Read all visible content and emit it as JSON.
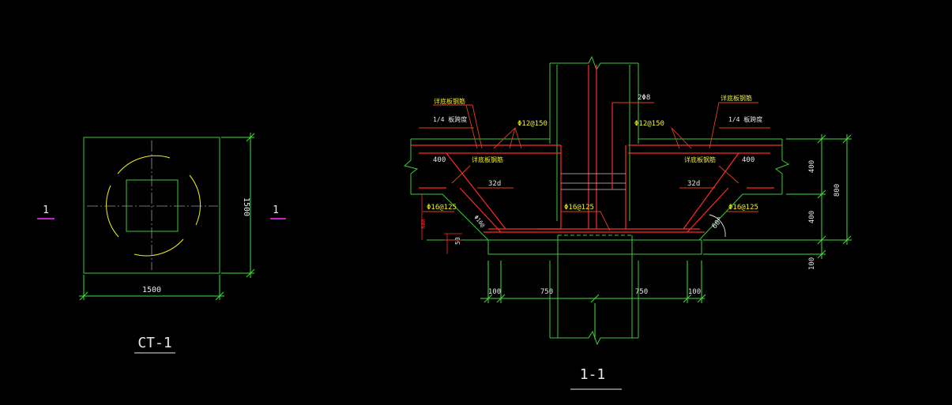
{
  "colors": {
    "background": "#000000",
    "outline": "#3cc83c",
    "dimension": "#40e040",
    "rebar": "#ff2a2a",
    "text": "#e8e8e8",
    "annotation": "#f0f020",
    "section_mark": "#ff30ff",
    "centerline": "#9a9a9a",
    "callout": "#e04020"
  },
  "plan": {
    "title": "CT-1",
    "dim_width": "1500",
    "dim_height": "1500",
    "section_mark_left": "1",
    "section_mark_right": "1"
  },
  "section": {
    "title": "1-1",
    "labels": {
      "bottom_bar_top_left": "详底板钢筋",
      "bottom_bar_top_right": "详底板钢筋",
      "quarter_span_left": "1/4 板跨度",
      "quarter_span_right": "1/4 板跨度",
      "top_bar_left": "Φ12@150",
      "top_bar_right": "Φ12@150",
      "column_bar": "2Φ8",
      "dim_400_left": "400",
      "dim_400_right": "400",
      "bottom_bar_mid_left": "详底板钢筋",
      "bottom_bar_mid_right": "详底板钢筋",
      "anchor_left": "32d",
      "anchor_right": "32d",
      "stirrup_left": "Φ16@125",
      "stirrup_mid": "Φ16@125",
      "stirrup_right": "Φ16@125",
      "slope_bar": "Φ16@",
      "cover_50": "50",
      "angle": "60°",
      "left_height": "800"
    },
    "dims_bottom": [
      "100",
      "750",
      "750",
      "100"
    ],
    "dims_right": [
      "400",
      "400",
      "100"
    ],
    "dim_total_right": "800"
  }
}
